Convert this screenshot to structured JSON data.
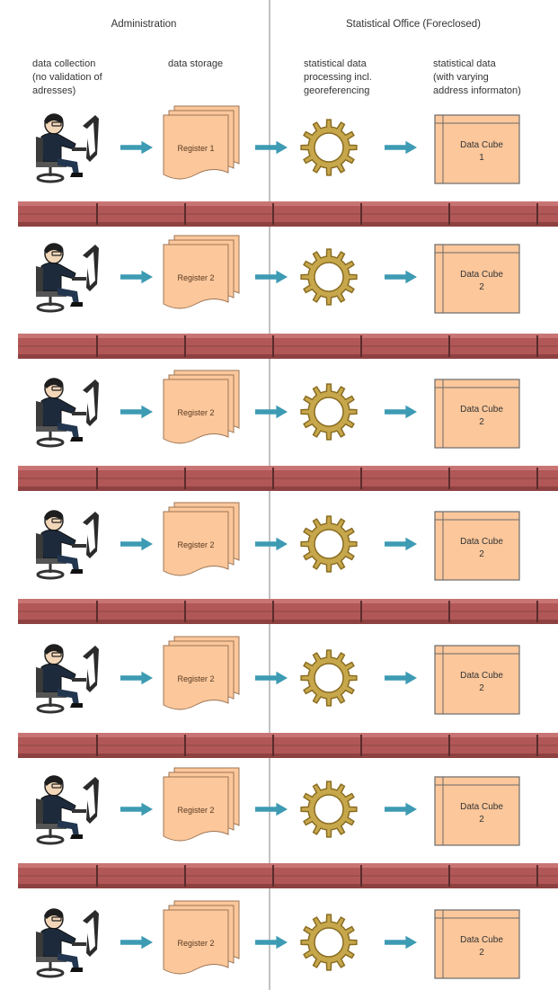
{
  "headers": {
    "administration": "Administration",
    "statistical_office": "Statistical Office (Foreclosed)"
  },
  "columns": {
    "collection": [
      "data collection",
      "(no validation of",
      "adresses)"
    ],
    "storage": [
      "data storage"
    ],
    "processing": [
      "statistical data",
      "processing incl.",
      "georeferencing"
    ],
    "output": [
      "statistical data",
      "(with varying",
      "address informaton)"
    ]
  },
  "rows": [
    {
      "register": "Register 1",
      "cube": [
        "Data Cube",
        "1"
      ]
    },
    {
      "register": "Register 2",
      "cube": [
        "Data Cube",
        "2"
      ]
    },
    {
      "register": "Register 2",
      "cube": [
        "Data Cube",
        "2"
      ]
    },
    {
      "register": "Register 2",
      "cube": [
        "Data Cube",
        "2"
      ]
    },
    {
      "register": "Register 2",
      "cube": [
        "Data Cube",
        "2"
      ]
    },
    {
      "register": "Register 2",
      "cube": [
        "Data Cube",
        "2"
      ]
    },
    {
      "register": "Register 2",
      "cube": [
        "Data Cube",
        "2"
      ]
    }
  ],
  "walls": 6,
  "colors": {
    "arrow": "#3d9bb3",
    "document_fill": "#fbc79b",
    "document_stroke": "#9c7555",
    "gear_fill": "#c7a74b",
    "gear_stroke": "#8a6d23",
    "wall": "#b25757",
    "divider": "#9a9a9a"
  }
}
